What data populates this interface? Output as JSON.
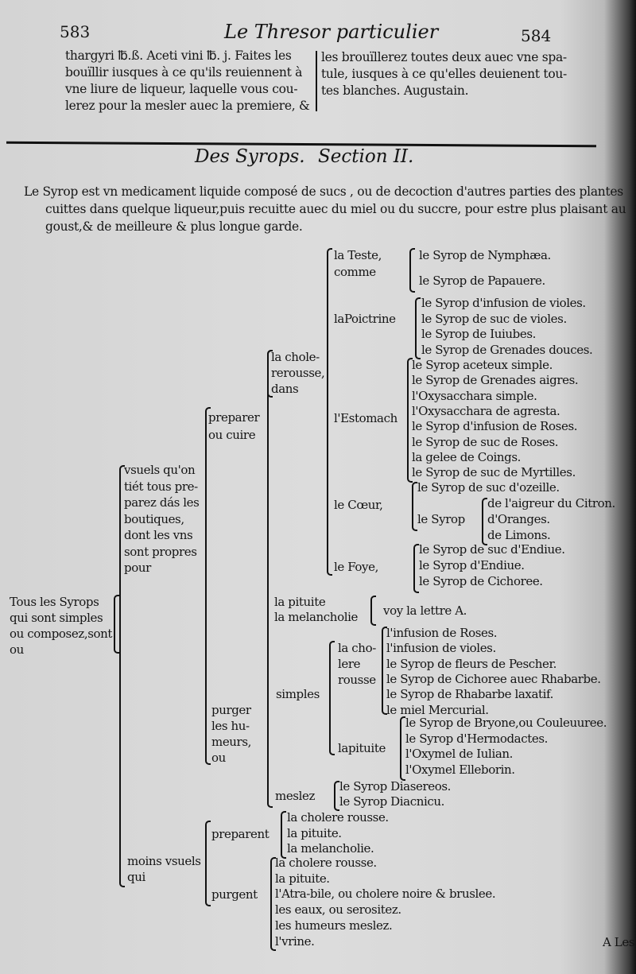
{
  "header": {
    "page_left": "583",
    "title": "Le Thresor particulier",
    "page_right": "584"
  },
  "top_text": {
    "left": [
      "thargyri ℔.ß. Aceti vini ℔. j. Faites les",
      "bouïllir iusques à ce qu'ils reuiennent à",
      "vne liure de liqueur, laquelle vous cou-",
      "lerez pour la mesler auec la premiere, &"
    ],
    "right": [
      "les brouïllerez toutes deux auec vne spa-",
      "tule, iusques à ce qu'elles deuienent tou-",
      "tes blanches. Augustain."
    ]
  },
  "section": {
    "title": "Des Syrops.",
    "number": "Section II."
  },
  "definition": [
    "Le Syrop est vn medicament liquide composé de sucs , ou de decoction d'autres parties des plantes",
    "cuittes dans quelque liqueur,puis recuitte auec du miel ou du succre, pour estre plus plaisant au",
    "goust,& de meilleure & plus longue garde."
  ],
  "tree": {
    "root": [
      "Tous les Syrops",
      "qui sont simples",
      "ou composez,sont",
      "ou"
    ],
    "usuels": [
      "vsuels qu'on",
      "tiét tous pre-",
      "parez dás les",
      "boutiques,",
      "dont les vns",
      "sont propres",
      "pour"
    ],
    "preparer": [
      "preparer",
      "ou cuire"
    ],
    "cholere": [
      "la chole-",
      "rerousse,",
      "dans"
    ],
    "teste": {
      "label": [
        "la Teste,",
        "comme"
      ],
      "items": [
        "le Syrop de Nymphæa.",
        "le Syrop de Papauere."
      ]
    },
    "poictrine": {
      "label": "laPoictrine",
      "items": [
        "le Syrop d'infusion de violes.",
        "le Syrop de suc de violes.",
        "le Syrop de Iuiubes.",
        "le Syrop de Grenades douces."
      ]
    },
    "estomach": {
      "label": "l'Estomach",
      "items": [
        "le Syrop aceteux simple.",
        "le Syrop de Grenades aigres.",
        "l'Oxysacchara simple.",
        "l'Oxysacchara de agresta.",
        "le Syrop d'infusion de Roses.",
        "le Syrop de suc de Roses.",
        "la gelee de Coings.",
        "le Syrop de suc de Myrtilles."
      ]
    },
    "coeur": {
      "label": "le Cœur,",
      "items": [
        "le Syrop de suc d'ozeille.",
        "le Syrop"
      ],
      "sub": [
        "de l'aigreur du Citron.",
        "d'Oranges.",
        "de Limons."
      ]
    },
    "foye": {
      "label": "le Foye,",
      "items": [
        "le Syrop de suc d'Endiue.",
        "le Syrop d'Endiue.",
        "le Syrop de Cichoree."
      ]
    },
    "pituite_melan": {
      "items": [
        "la pituite",
        "la melancholie"
      ],
      "ref": "voy la lettre A."
    },
    "purger": [
      "purger",
      "les hu-",
      "meurs,",
      "ou"
    ],
    "simples": "simples",
    "cholere_rousse": {
      "label": [
        "la cho-",
        "lere",
        "rousse"
      ],
      "items": [
        "l'infusion de Roses.",
        "l'infusion de violes.",
        "le Syrop de fleurs de Pescher.",
        "le Syrop de Cichoree auec Rhabarbe.",
        "le Syrop de Rhabarbe laxatif.",
        "le miel Mercurial."
      ]
    },
    "pituite": {
      "label": "lapituite",
      "items": [
        "le Syrop de Bryone,ou Couleuuree.",
        "le Syrop d'Hermodactes.",
        "l'Oxymel de Iulian.",
        "l'Oxymel Elleborin."
      ]
    },
    "meslez": {
      "label": "meslez",
      "items": [
        "le Syrop Diasereos.",
        "le Syrop Diacnicu."
      ]
    },
    "moins_usuels": [
      "moins vsuels",
      "qui"
    ],
    "preparent": {
      "label": "preparent",
      "items": [
        "la cholere rousse.",
        "la pituite.",
        "la melancholie."
      ]
    },
    "purgent": {
      "label": "purgent",
      "items": [
        "la cholere rousse.",
        "la pituite.",
        "l'Atra-bile, ou cholere noire & bruslee.",
        "les eaux, ou serositez.",
        "les humeurs meslez.",
        "l'vrine."
      ]
    }
  },
  "catchword": "A Les"
}
